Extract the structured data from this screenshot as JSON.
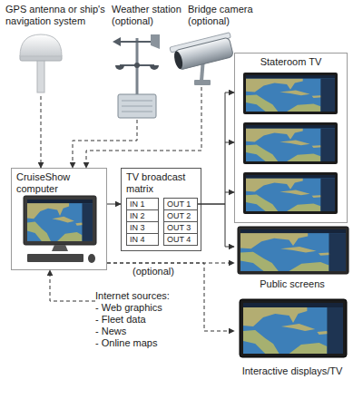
{
  "diagram": {
    "nodes": [
      {
        "text": [
          "GPS antenna or ship's navigation system"
        ]
      },
      {
        "text": [
          "Weather station (optional)"
        ]
      },
      {
        "text": [
          "Bridge camera (optional)"
        ]
      },
      {
        "text": [
          "Stateroom TV"
        ]
      },
      {
        "text": [
          "CruiseShow computer"
        ]
      },
      {
        "text": [
          "TV broadcast matrix"
        ]
      },
      {
        "text": [
          "IN 1"
        ],
        "in": 5
      },
      {
        "text": [
          "IN 2"
        ],
        "in": 5
      },
      {
        "text": [
          "IN 3"
        ],
        "in": 5
      },
      {
        "text": [
          "IN 4"
        ],
        "in": 5
      },
      {
        "text": [
          "OUT 1"
        ],
        "in": 5
      },
      {
        "text": [
          "OUT 2"
        ],
        "in": 5
      },
      {
        "text": [
          "OUT 3"
        ],
        "in": 5
      },
      {
        "text": [
          "OUT 4"
        ],
        "in": 5
      },
      {
        "text": [
          "Public screens"
        ]
      },
      {
        "text": [
          "Internet sources:",
          "- Web graphics",
          "- Fleet data",
          "- News",
          "- Online maps"
        ]
      },
      {
        "text": [
          "Interactive displays/TV"
        ]
      }
    ],
    "edges": [
      {
        "from": 0,
        "to": 4,
        "arrow": "to"
      },
      {
        "from": 1,
        "to": 4,
        "arrow": "to"
      },
      {
        "from": 2,
        "to": 4,
        "arrow": "to"
      },
      {
        "from": 4,
        "to": 5,
        "arrow": "to"
      },
      {
        "from": 10,
        "to": 3,
        "arrow": "to"
      },
      {
        "from": 10,
        "to": 14,
        "arrow": "to"
      },
      {
        "from": 4,
        "to": 14,
        "label": "(optional)",
        "arrow": "to"
      },
      {
        "from": 4,
        "to": 16,
        "arrow": "to"
      },
      {
        "from": 15,
        "to": 4,
        "arrow": "to"
      }
    ]
  }
}
